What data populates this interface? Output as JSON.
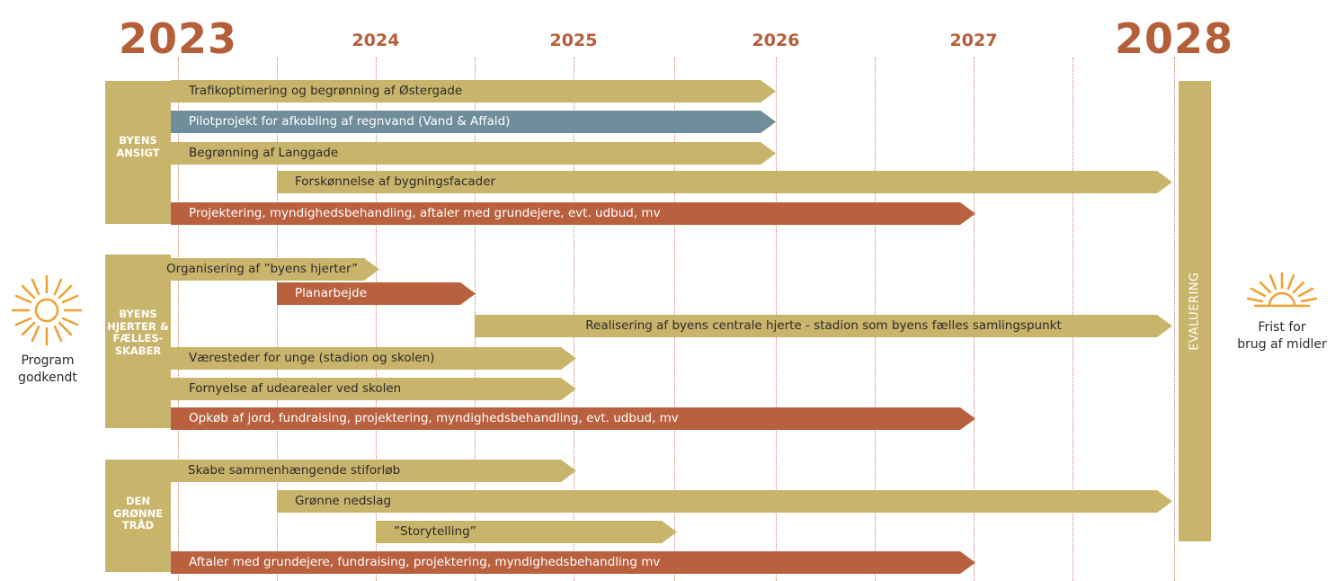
{
  "years": {
    "y2023": "2023",
    "y2024": "2024",
    "y2025": "2025",
    "y2026": "2026",
    "y2027": "2027",
    "y2028": "2028"
  },
  "sections": {
    "byens_ansigt": "BYENS ANSIGT",
    "byens_hjerter": "BYENS HJERTER & FÆLLES-SKABER",
    "den_gronne_traad": "DEN GRØNNE TRÅD"
  },
  "tasks": [
    "Trafikoptimering og begrønning af Østergade",
    "Pilotprojekt for afkobling af regnvand (Vand & Affald)",
    "Begrønning af Langgade",
    "Forskønnelse af bygningsfacader",
    "Projektering, myndighedsbehandling, aftaler med grundejere, evt. udbud, mv",
    "Organisering af ”byens hjerter”",
    "Planarbejde",
    "Realisering af byens centrale hjerte - stadion som byens fælles samlingspunkt",
    "Væresteder for unge (stadion og skolen)",
    "Fornyelse af udearealer ved skolen",
    "Opkøb af jord, fundraising, projektering, myndighedsbehandling, evt. udbud, mv",
    "Skabe sammenhængende stiforløb",
    "Grønne nedslag",
    "”Storytelling”",
    "Aftaler med grundejere, fundraising, projektering, myndighedsbehandling mv"
  ],
  "evaluation_label": "EVALUERING",
  "left_caption": [
    "Program",
    "godkendt"
  ],
  "right_caption": [
    "Frist for",
    "brug af midler"
  ],
  "colors": {
    "gold": "#c9b46b",
    "red": "#b9603f",
    "blue": "#6f8d9a",
    "year": "#b55e3a",
    "sun": "#f0a030"
  },
  "icons": [
    "sun-icon",
    "half-sun-icon"
  ]
}
